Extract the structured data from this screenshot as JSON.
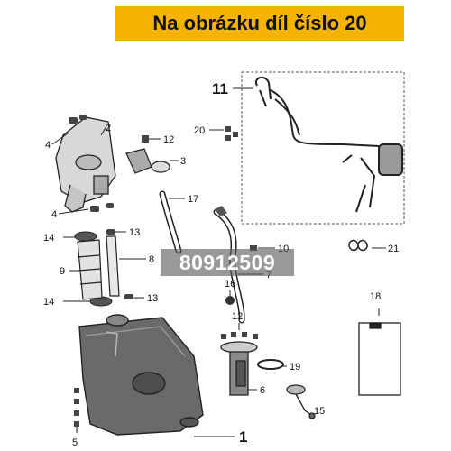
{
  "banner": {
    "text": "Na obrázku díl číslo 20",
    "color": "#f5b300"
  },
  "watermark": {
    "text": "80912509"
  },
  "callouts": {
    "c1": "1",
    "c2": "2",
    "c3": "3",
    "c4a": "4",
    "c4b": "4",
    "c5": "5",
    "c6": "6",
    "c7": "7",
    "c8": "8",
    "c9": "9",
    "c10": "10",
    "c11": "11",
    "c12a": "12",
    "c12b": "12",
    "c13a": "13",
    "c13b": "13",
    "c14a": "14",
    "c14b": "14",
    "c15": "15",
    "c16": "16",
    "c17": "17",
    "c18": "18",
    "c19": "19",
    "c20": "20",
    "c21": "21"
  }
}
